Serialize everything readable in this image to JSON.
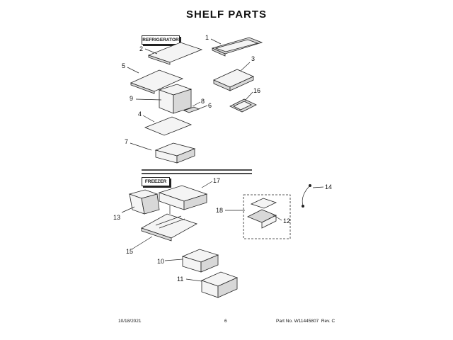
{
  "title": "SHELF PARTS",
  "sections": {
    "refrigerator": "REFRIGERATOR",
    "freezer": "FREEZER"
  },
  "callouts": {
    "c1": "1",
    "c2": "2",
    "c3": "3",
    "c4": "4",
    "c5": "5",
    "c6": "6",
    "c7": "7",
    "c8": "8",
    "c9": "9",
    "c10": "10",
    "c11": "11",
    "c12": "12",
    "c13": "13",
    "c14": "14",
    "c15": "15",
    "c16": "16",
    "c17": "17",
    "c18": "18"
  },
  "footer": {
    "date": "10/18/2021",
    "page": "6",
    "part_no": "Part No. W11445807  Rev. C"
  }
}
